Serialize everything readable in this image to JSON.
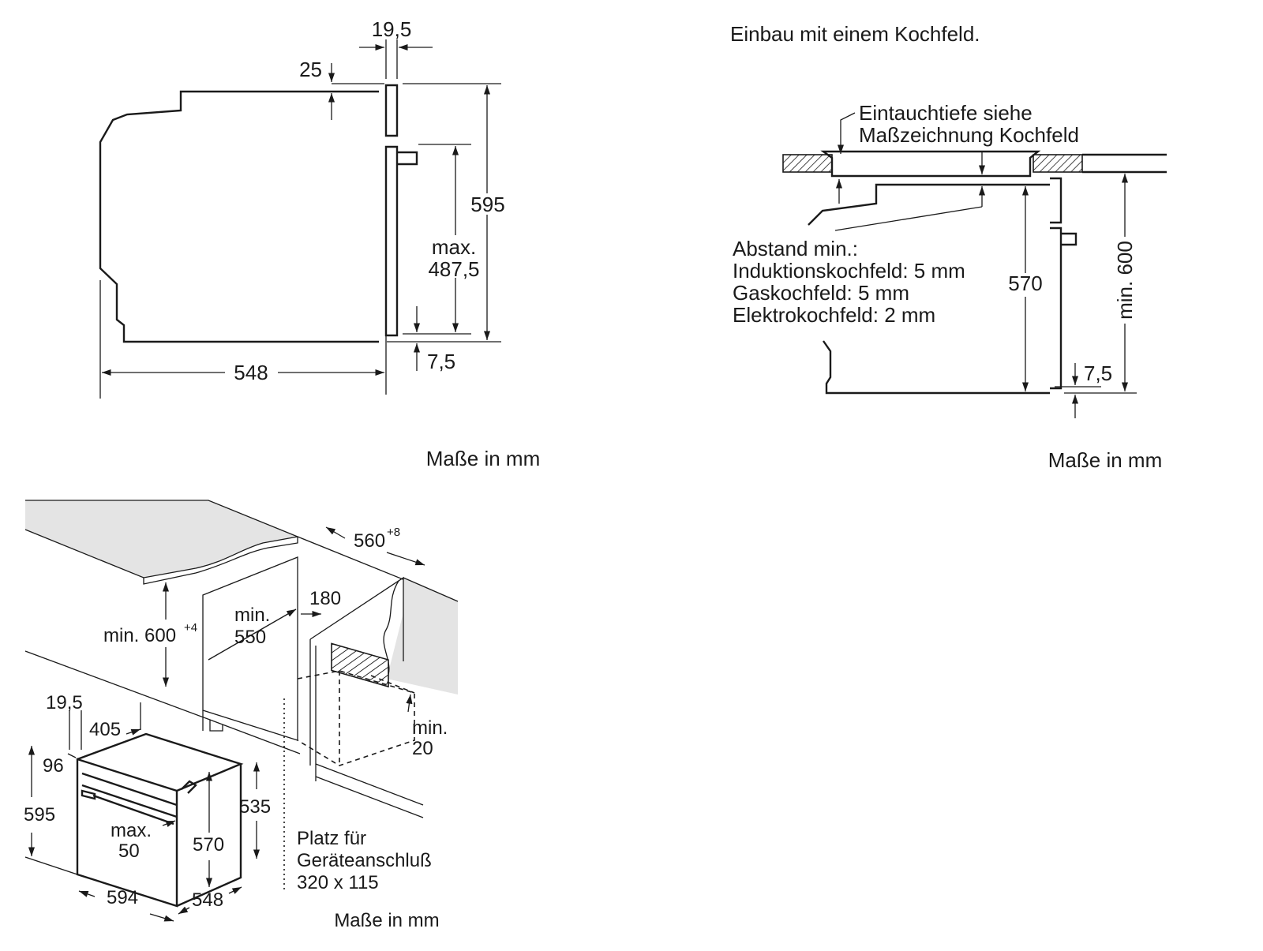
{
  "top_left": {
    "dim_19_5": "19,5",
    "dim_25": "25",
    "dim_595": "595",
    "max_label": "max.",
    "dim_487_5": "487,5",
    "dim_548": "548",
    "dim_7_5": "7,5",
    "units": "Maße in mm"
  },
  "top_right": {
    "title": "Einbau mit einem Kochfeld.",
    "note_line1": "Eintauchtiefe siehe",
    "note_line2": "Maßzeichnung Kochfeld",
    "gap_heading": "Abstand min.:",
    "gap_induction": "Induktionskochfeld: 5 mm",
    "gap_gas": "Gaskochfeld: 5 mm",
    "gap_electric": "Elektrokochfeld: 2 mm",
    "dim_570": "570",
    "dim_min_600": "min. 600",
    "dim_7_5": "7,5",
    "units": "Maße in mm"
  },
  "bottom": {
    "dim_560": "560",
    "dim_560_tol": "+8",
    "dim_180": "180",
    "min_600_a": "min. 600",
    "min_600_tol": "+4",
    "min_550_a": "min.",
    "min_550_b": "550",
    "min_20_a": "min.",
    "min_20_b": "20",
    "dim_19_5": "19,5",
    "dim_405": "405",
    "dim_96": "96",
    "dim_595": "595",
    "dim_535": "535",
    "dim_570": "570",
    "max_50_a": "max.",
    "max_50_b": "50",
    "dim_594": "594",
    "dim_548": "548",
    "connection_line1": "Platz für",
    "connection_line2": "Geräteanschluß",
    "connection_line3": "320 x 115",
    "units": "Maße in mm"
  }
}
